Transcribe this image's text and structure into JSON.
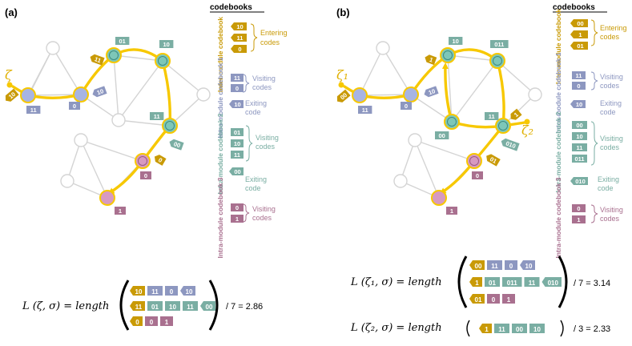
{
  "colors": {
    "gold": "#c99a06",
    "gold_path": "#f7c800",
    "purple": "#8d97c0",
    "purple_dark": "#6f7aa8",
    "teal": "#7aaea3",
    "teal_dark": "#5f968a",
    "pink": "#a9708f",
    "pink_node": "#d79ac1",
    "blue_node": "#a7b4e3",
    "teal_node": "#7dc7b8",
    "grey": "#c8c8c8"
  },
  "panel_a": {
    "label": "(a)",
    "zeta": "ζ",
    "codebooks_title": "codebooks",
    "section_inter": "Inter-module codebook",
    "section_intra1": "Intra-module codebook 1",
    "section_intra2": "Intra-module codebook 2",
    "section_intra3": "Intra-module codebook 3",
    "inter_codes": [
      "10",
      "11",
      "0"
    ],
    "entering": [
      "Entering",
      "codes"
    ],
    "intra1_visit": [
      "11",
      "0"
    ],
    "intra1_exit": "10",
    "visiting": [
      "Visiting",
      "codes"
    ],
    "exiting": [
      "Exiting",
      "code"
    ],
    "intra2_visit": [
      "01",
      "10",
      "11"
    ],
    "intra2_exit": "00",
    "intra3_visit": [
      "0",
      "1"
    ],
    "node_codes": {
      "enter_blue": "10",
      "blue1": "11",
      "blue2": "0",
      "exit_blue": "10",
      "enter_teal": "11",
      "teal1": "01",
      "teal2": "10",
      "teal3": "11",
      "exit_teal": "00",
      "enter_pink": "0",
      "pink1": "0",
      "pink2": "1"
    },
    "eq_lhs": "L (ζ, σ) = length",
    "eq_rhs": "/ 7 = 2.86",
    "eq_rows": [
      [
        {
          "c": "10",
          "t": "g"
        },
        {
          "c": "11",
          "t": "p"
        },
        {
          "c": "0",
          "t": "p"
        },
        {
          "c": "10",
          "t": "pe"
        }
      ],
      [
        {
          "c": "11",
          "t": "g"
        },
        {
          "c": "01",
          "t": "t"
        },
        {
          "c": "10",
          "t": "t"
        },
        {
          "c": "11",
          "t": "t"
        },
        {
          "c": "00",
          "t": "te"
        }
      ],
      [
        {
          "c": "0",
          "t": "g"
        },
        {
          "c": "0",
          "t": "k"
        },
        {
          "c": "1",
          "t": "k"
        }
      ]
    ]
  },
  "panel_b": {
    "label": "(b)",
    "zeta1": "ζ₁",
    "zeta2": "ζ₂",
    "codebooks_title": "codebooks",
    "section_inter": "Inter-module codebook",
    "section_intra1": "Intra-module codebook 1",
    "section_intra2": "Intra-module codebook 2",
    "section_intra3": "Intra-module codebook 3",
    "inter_codes": [
      "00",
      "1",
      "01"
    ],
    "entering": [
      "Entering",
      "codes"
    ],
    "intra1_visit": [
      "11",
      "0"
    ],
    "intra1_exit": "10",
    "visiting": [
      "Visiting",
      "codes"
    ],
    "exiting": [
      "Exiting",
      "code"
    ],
    "intra2_visit": [
      "00",
      "10",
      "11",
      "011"
    ],
    "intra2_exit": "010",
    "intra3_visit": [
      "0",
      "1"
    ],
    "node_codes": {
      "enter_blue": "00",
      "blue1": "11",
      "blue2": "0",
      "exit_blue": "10",
      "enter_teal": "1",
      "teal1": "10",
      "teal2": "011",
      "teal3": "00",
      "teal4": "11",
      "exit_teal": "010",
      "enter_pink": "01",
      "pink1": "0",
      "pink2": "1",
      "enter_teal2": "1"
    },
    "eq1_lhs": "L (ζ₁, σ) = length",
    "eq1_rhs": "/ 7 = 3.14",
    "eq1_rows": [
      [
        {
          "c": "00",
          "t": "g"
        },
        {
          "c": "11",
          "t": "p"
        },
        {
          "c": "0",
          "t": "p"
        },
        {
          "c": "10",
          "t": "pe"
        }
      ],
      [
        {
          "c": "1",
          "t": "g"
        },
        {
          "c": "01",
          "t": "t"
        },
        {
          "c": "011",
          "t": "t"
        },
        {
          "c": "11",
          "t": "t"
        },
        {
          "c": "010",
          "t": "te"
        }
      ],
      [
        {
          "c": "01",
          "t": "g"
        },
        {
          "c": "0",
          "t": "k"
        },
        {
          "c": "1",
          "t": "k"
        }
      ]
    ],
    "eq2_lhs": "L (ζ₂, σ) = length",
    "eq2_rhs": "/ 3 = 2.33",
    "eq2_rows": [
      [
        {
          "c": "1",
          "t": "g"
        },
        {
          "c": "11",
          "t": "t"
        },
        {
          "c": "00",
          "t": "t"
        },
        {
          "c": "10",
          "t": "t"
        }
      ]
    ]
  }
}
